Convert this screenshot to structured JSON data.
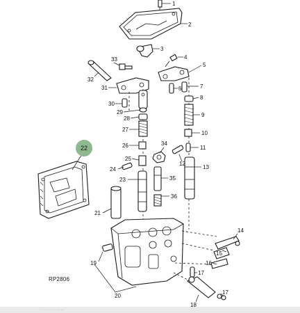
{
  "diagram": {
    "drawing_code": "RP2806",
    "highlighted_part": "22",
    "highlight_color": "#8fb891",
    "callouts": [
      "1",
      "2",
      "3",
      "4",
      "5",
      "6",
      "7",
      "8",
      "9",
      "10",
      "11",
      "12",
      "13",
      "14",
      "15",
      "16",
      "17",
      "17",
      "18",
      "19",
      "20",
      "21",
      "22",
      "23",
      "24",
      "25",
      "26",
      "27",
      "28",
      "29",
      "30",
      "31",
      "32",
      "33",
      "34",
      "35",
      "36"
    ]
  }
}
